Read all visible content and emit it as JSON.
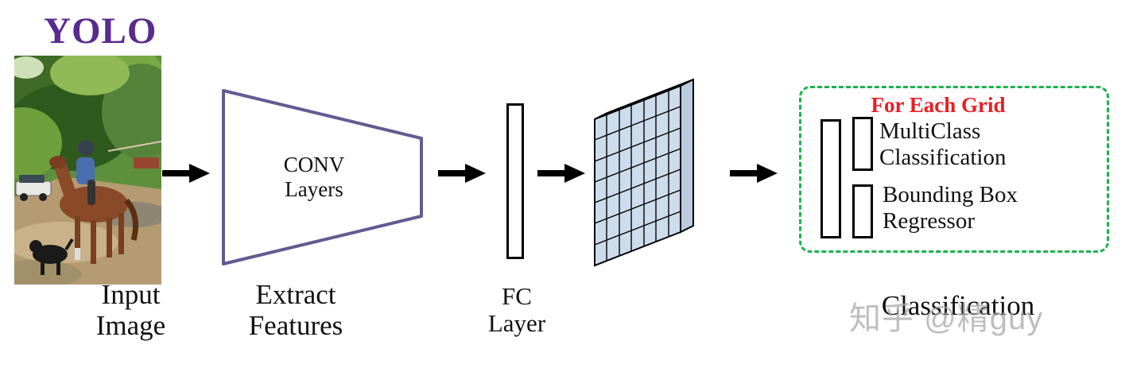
{
  "title": "YOLO",
  "stages": {
    "input": {
      "label": [
        "Input",
        "Image"
      ]
    },
    "conv": {
      "box_label": [
        "CONV",
        "Layers"
      ],
      "label": [
        "Extract",
        "Features"
      ]
    },
    "fc": {
      "label": [
        "FC",
        "Layer"
      ]
    },
    "grid_tensor": {
      "rows": 7,
      "cols": 7
    },
    "output": {
      "header": "For Each Grid",
      "items": [
        {
          "label": [
            "MultiClass",
            "Classification"
          ]
        },
        {
          "label": [
            "Bounding Box",
            "Regressor"
          ]
        }
      ],
      "label": "Classification"
    }
  },
  "watermark": "知乎 @精guy",
  "colors": {
    "title_purple": "#5a2a8f",
    "trapezoid_purple": "#645b92",
    "tensor_fill": "#ccdcec",
    "tensor_top": "#dde9f3",
    "tensor_side": "#b9cbdd",
    "output_box_green": "#1cb24e",
    "header_red": "#ec1c24",
    "arrow_black": "#000000",
    "watermark_gray": "#a5a5a5"
  }
}
